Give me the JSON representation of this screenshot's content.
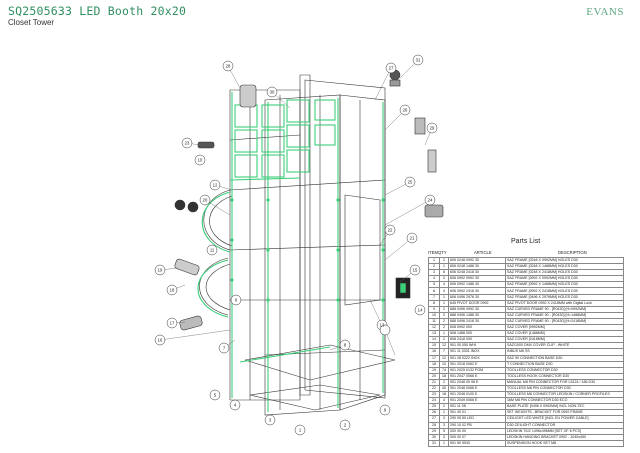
{
  "header": {
    "title": "SQ2505633 LED Booth 20x20",
    "subtitle": "Closet Tower",
    "logo": "EVANS"
  },
  "parts_list": {
    "title": "Parts List",
    "columns": {
      "item": "ITEM",
      "qty": "QTY",
      "article": "ARTICLE",
      "description": "DESCRIPTION"
    },
    "rows": [
      {
        "item": "1",
        "qty": "2",
        "article": "606 0248 0992 30",
        "description": "SAZ FRAME [0248 X 0992MM] HOLES D30"
      },
      {
        "item": "2",
        "qty": "1",
        "article": "606 0248 1488 30",
        "description": "SAZ FRAME [0248 X 1488MM] HOLES D30"
      },
      {
        "item": "3",
        "qty": "6",
        "article": "606 0248 2418 30",
        "description": "SAZ FRAME [0248 X 2418MM] HOLES D30"
      },
      {
        "item": "4",
        "qty": "2",
        "article": "606 0992 0992 30",
        "description": "SAZ FRAME [0992 X 0992MM] HOLES D30"
      },
      {
        "item": "5",
        "qty": "4",
        "article": "606 0992 1488 30",
        "description": "SAZ FRAME [0992 X 1488MM] HOLES D30"
      },
      {
        "item": "6",
        "qty": "4",
        "article": "606 0992 2418 30",
        "description": "SAZ FRAME [0992 X 2418MM] HOLES D30"
      },
      {
        "item": "7",
        "qty": "1",
        "article": "606 0496 2976 30",
        "description": "SAZ FRAME [0496 X 2976MM] HOLES D30"
      },
      {
        "item": "8",
        "qty": "1",
        "article": "645 PIVOT DOOR 0992",
        "description": "SAZ PIVOT DOOR 0992 X 2418MM with Digital Lock"
      },
      {
        "item": "9",
        "qty": "2",
        "article": "688 0496 0992 30",
        "description": "SAZ CURVED FRAME 90 - [R0430] [H=0992MM]"
      },
      {
        "item": "10",
        "qty": "2",
        "article": "688 0496 1488 30",
        "description": "SAZ CURVED FRAME 90 - [R0430] [H=1488MM]"
      },
      {
        "item": "11",
        "qty": "2",
        "article": "688 0496 2418 30",
        "description": "SAZ CURVED FRAME 90 - [R0430] [H=2418MM]"
      },
      {
        "item": "12",
        "qty": "2",
        "article": "608 0992 000",
        "description": "SAZ COVER [0992MM]"
      },
      {
        "item": "13",
        "qty": "1",
        "article": "608 1488 000",
        "description": "SAZ COVER [1488MM]"
      },
      {
        "item": "14",
        "qty": "2",
        "article": "608 2418 000",
        "description": "SAZ COVER [2418MM]"
      },
      {
        "item": "15",
        "qty": "12",
        "article": "901 00 050 WHI",
        "description": "SAZ/1000 DMX COVER CLIP - WHITE"
      },
      {
        "item": "16",
        "qty": "7",
        "article": "901 11 0331 INOX",
        "description": "INBUS M6 SS"
      },
      {
        "item": "17",
        "qty": "12",
        "article": "901 28 0222 INOX",
        "description": "SAZ 90 CONNECTION BASE D30"
      },
      {
        "item": "18",
        "qty": "10",
        "article": "901 2018 0062 E",
        "description": "T CONNECTION BASE D30"
      },
      {
        "item": "19",
        "qty": "74",
        "article": "901 2025 0132 POM",
        "description": "TOOLLESS CONNECTOR D30"
      },
      {
        "item": "20",
        "qty": "18",
        "article": "901 2047 0066 E",
        "description": "TOOLLESS HOOK CONNECTOR D30"
      },
      {
        "item": "21",
        "qty": "2",
        "article": "901 2048 05 98 E",
        "description": "MANUAL M8 PIN CONNECTOR FOR L5124 / 186 D30"
      },
      {
        "item": "22",
        "qty": "40",
        "article": "901 2048 0066 E",
        "description": "TOOLLESS M8 PIN CONNECTOR D30"
      },
      {
        "item": "23",
        "qty": "18",
        "article": "901 2048 0100 E",
        "description": "TOOLLESS M8 CONNECTOR LEDSKIN / CORNER PROFILES"
      },
      {
        "item": "24",
        "qty": "4",
        "article": "901 2049 0066 E",
        "description": "16M M8 PIN CONNECTOR D30 ECO"
      },
      {
        "item": "25",
        "qty": "2",
        "article": "901 11 08",
        "description": "BASE PLATE [0496 X 0992MM] INCL NON-TEC"
      },
      {
        "item": "26",
        "qty": "1",
        "article": "901 40 01",
        "description": "SET WEIGHTS - BRACKET FOR 0992 FRAME"
      },
      {
        "item": "27",
        "qty": "3",
        "article": "290 05 50 LED",
        "description": "CEILIGHT LED WHITE [INCL EU POWER CABLE]"
      },
      {
        "item": "28",
        "qty": "3",
        "article": "290 10 02 PB",
        "description": "D30 CEILIGHT CONNECTOR"
      },
      {
        "item": "29",
        "qty": "5",
        "article": "000 00 00",
        "description": "LEDSKIN TILE 1496x496MM [SET OF 8 PCS]"
      },
      {
        "item": "30",
        "qty": "3",
        "article": "000 00 07",
        "description": "LEDSKIN HANGING BRACKET 0992 - 1040x450"
      },
      {
        "item": "31",
        "qty": "1",
        "article": "901 50 5530",
        "description": "SUSPENSION HOOK SET M8"
      }
    ]
  },
  "callouts": [
    "28",
    "27",
    "30",
    "31",
    "26",
    "29",
    "23",
    "25",
    "24",
    "22",
    "21",
    "20",
    "12",
    "10",
    "19",
    "18",
    "17",
    "16",
    "11",
    "8",
    "6",
    "7",
    "5",
    "4",
    "3",
    "1",
    "2",
    "9",
    "13",
    "14",
    "15"
  ],
  "colors": {
    "accent": "#2f8f5f",
    "highlight": "#3ccf7a",
    "line": "#333333"
  }
}
